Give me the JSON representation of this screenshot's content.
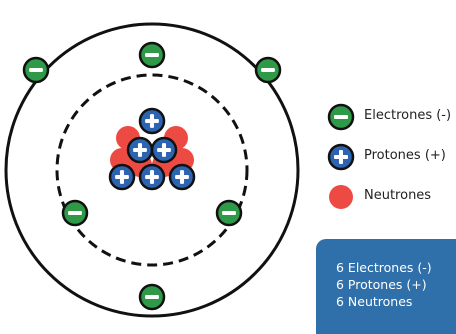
{
  "diagram": {
    "particles": {
      "electron": {
        "sign": "−",
        "fill": "#2e9a47"
      },
      "proton": {
        "sign": "+",
        "fill": "#2c64b1"
      },
      "neutron": {
        "sign": "",
        "fill": "#ee4a44"
      }
    },
    "outline_color": "#111111",
    "shells": [
      {
        "style": "dashed",
        "electrons": 2
      },
      {
        "style": "solid",
        "electrons": 4
      }
    ],
    "nucleus": {
      "protons": 6,
      "neutrons": 6
    }
  },
  "legend": {
    "items": [
      {
        "label": "Electrones (-)",
        "particle": "electron"
      },
      {
        "label": "Protones (+)",
        "particle": "proton"
      },
      {
        "label": "Neutrones",
        "particle": "neutron"
      }
    ]
  },
  "summary": {
    "lines": [
      "6 Electrones (-)",
      "6 Protones (+)",
      "6 Neutrones"
    ],
    "background": "#2f6faa"
  }
}
